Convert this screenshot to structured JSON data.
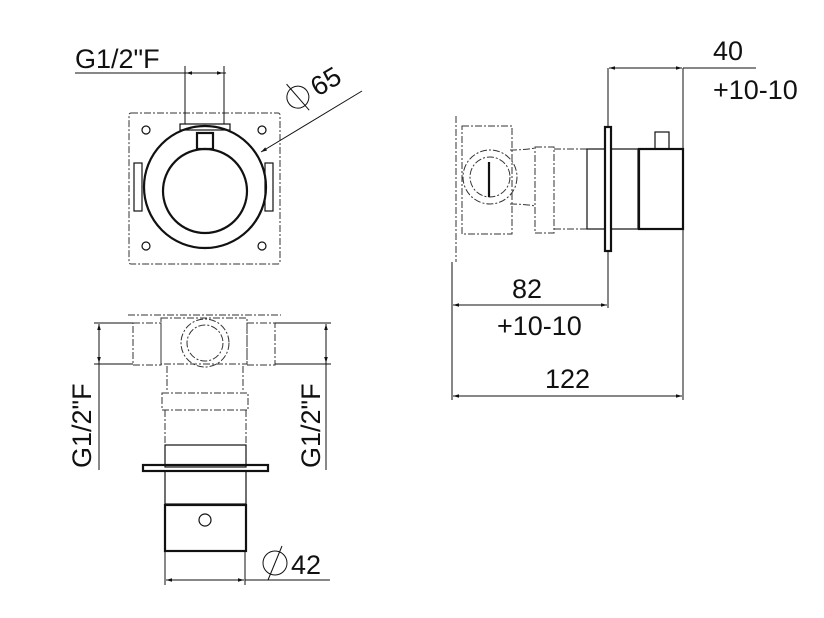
{
  "drawing": {
    "background": "#ffffff",
    "line_color": "#111111",
    "views": {
      "front": {
        "thread_label": "G1/2\"F",
        "diameter_label": "65",
        "diameter_symbol": "⌀"
      },
      "side": {
        "depth_label": "40",
        "depth_tolerance": "+10-10",
        "wall_label": "82",
        "wall_tolerance": "+10-10",
        "total_label": "122"
      },
      "top": {
        "left_thread_label": "G1/2\"F",
        "right_thread_label": "G1/2\"F",
        "diameter_label": "42",
        "diameter_symbol": "⌀"
      }
    }
  }
}
